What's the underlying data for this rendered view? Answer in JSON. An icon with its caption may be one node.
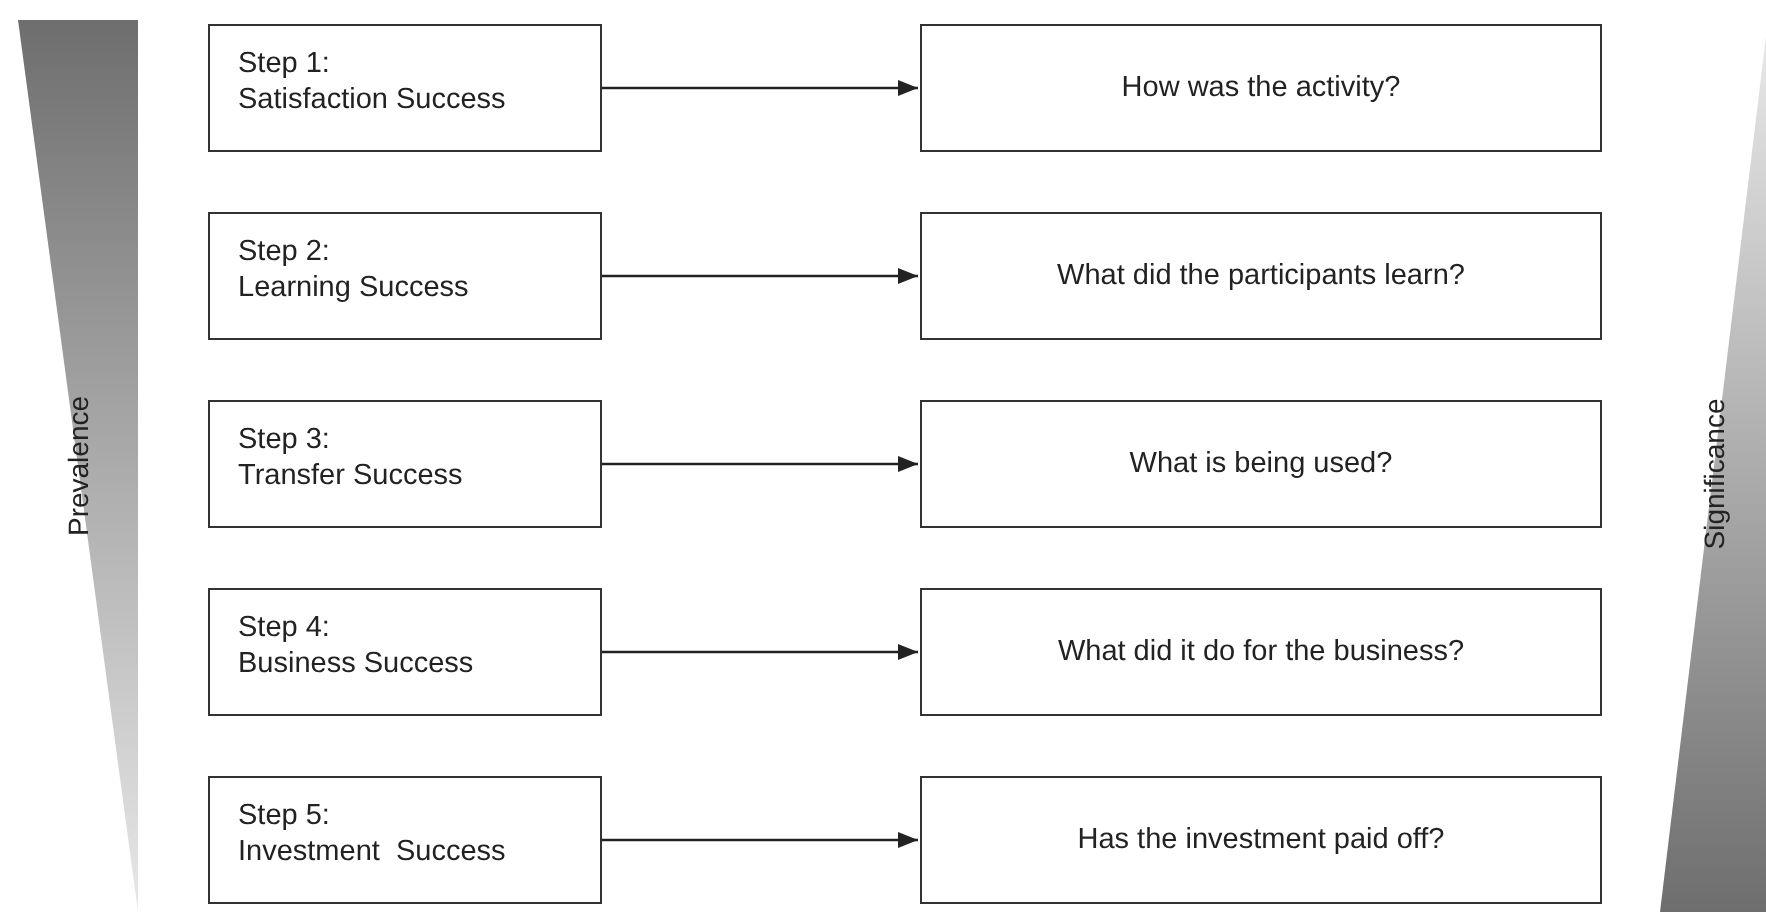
{
  "diagram": {
    "nodes": [
      {
        "text": [
          "Prevalence"
        ]
      },
      {
        "text": [
          "Step 1:",
          "Satisfaction Success"
        ]
      },
      {
        "text": [
          "How was the activity?"
        ]
      },
      {
        "text": [
          "Step 2:",
          "Learning Success"
        ]
      },
      {
        "text": [
          "What did the participants learn?"
        ]
      },
      {
        "text": [
          "Step 3:",
          "Transfer Success"
        ]
      },
      {
        "text": [
          "What is being used?"
        ]
      },
      {
        "text": [
          "Step 4:",
          "Business Success"
        ]
      },
      {
        "text": [
          "What did it do for the business?"
        ]
      },
      {
        "text": [
          "Step 5:",
          "Investment  Success"
        ]
      },
      {
        "text": [
          "Has the investment paid off?"
        ]
      },
      {
        "text": [
          "Significance"
        ]
      }
    ],
    "edges": [
      {
        "from": 1,
        "to": 2,
        "arrow": "to"
      },
      {
        "from": 3,
        "to": 4,
        "arrow": "to"
      },
      {
        "from": 5,
        "to": 6,
        "arrow": "to"
      },
      {
        "from": 7,
        "to": 8,
        "arrow": "to"
      },
      {
        "from": 9,
        "to": 10,
        "arrow": "to"
      }
    ]
  }
}
